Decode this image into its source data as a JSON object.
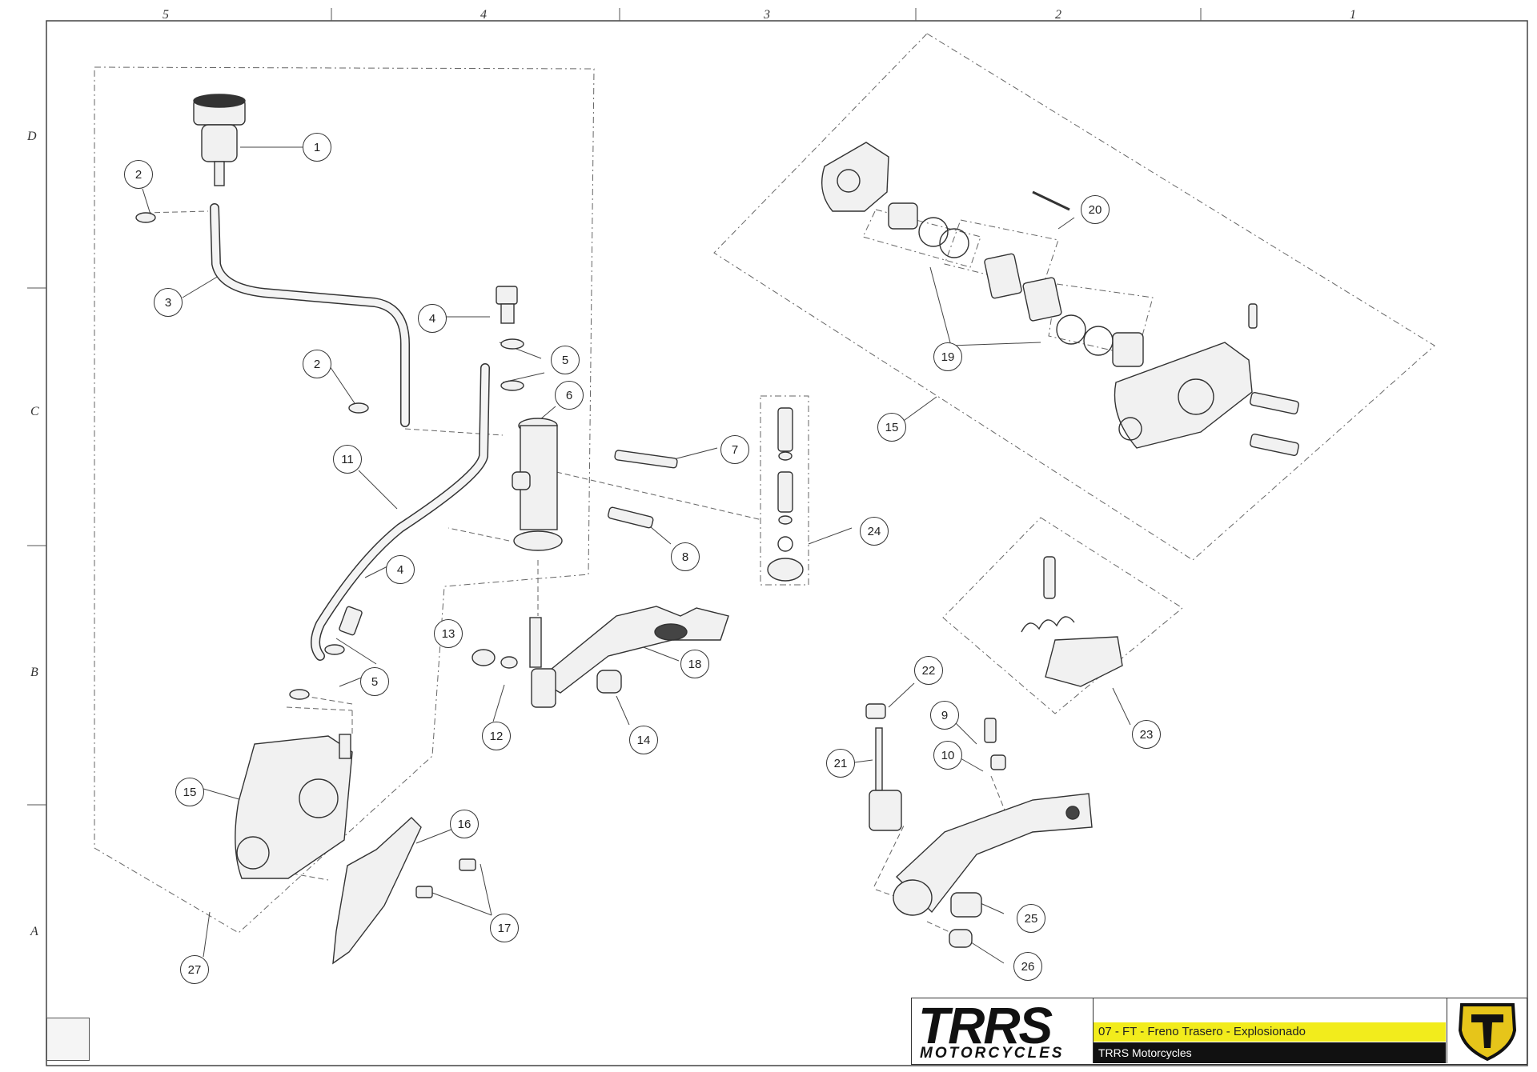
{
  "grid": {
    "columns": [
      "5",
      "4",
      "3",
      "2",
      "1"
    ],
    "rows": [
      "D",
      "C",
      "B",
      "A"
    ]
  },
  "callouts": [
    "1",
    "2",
    "3",
    "2",
    "4",
    "5",
    "6",
    "7",
    "8",
    "11",
    "4",
    "5",
    "13",
    "12",
    "14",
    "18",
    "24",
    "15",
    "16",
    "17",
    "27",
    "22",
    "9",
    "10",
    "21",
    "25",
    "26",
    "23",
    "20",
    "19",
    "15"
  ],
  "title_block": {
    "logo_main": "TRRS",
    "logo_sub": "MOTORCYCLES",
    "title": "07 - FT - Freno Trasero - Explosionado",
    "company": "TRRS Motorcycles"
  },
  "colors": {
    "line": "#333333",
    "accent_yellow": "#f2ec1c",
    "badge_yellow": "#e6c51a",
    "dark": "#111111"
  },
  "icons": {
    "home": "home-icon",
    "badge": "trrs-t-badge-icon"
  }
}
